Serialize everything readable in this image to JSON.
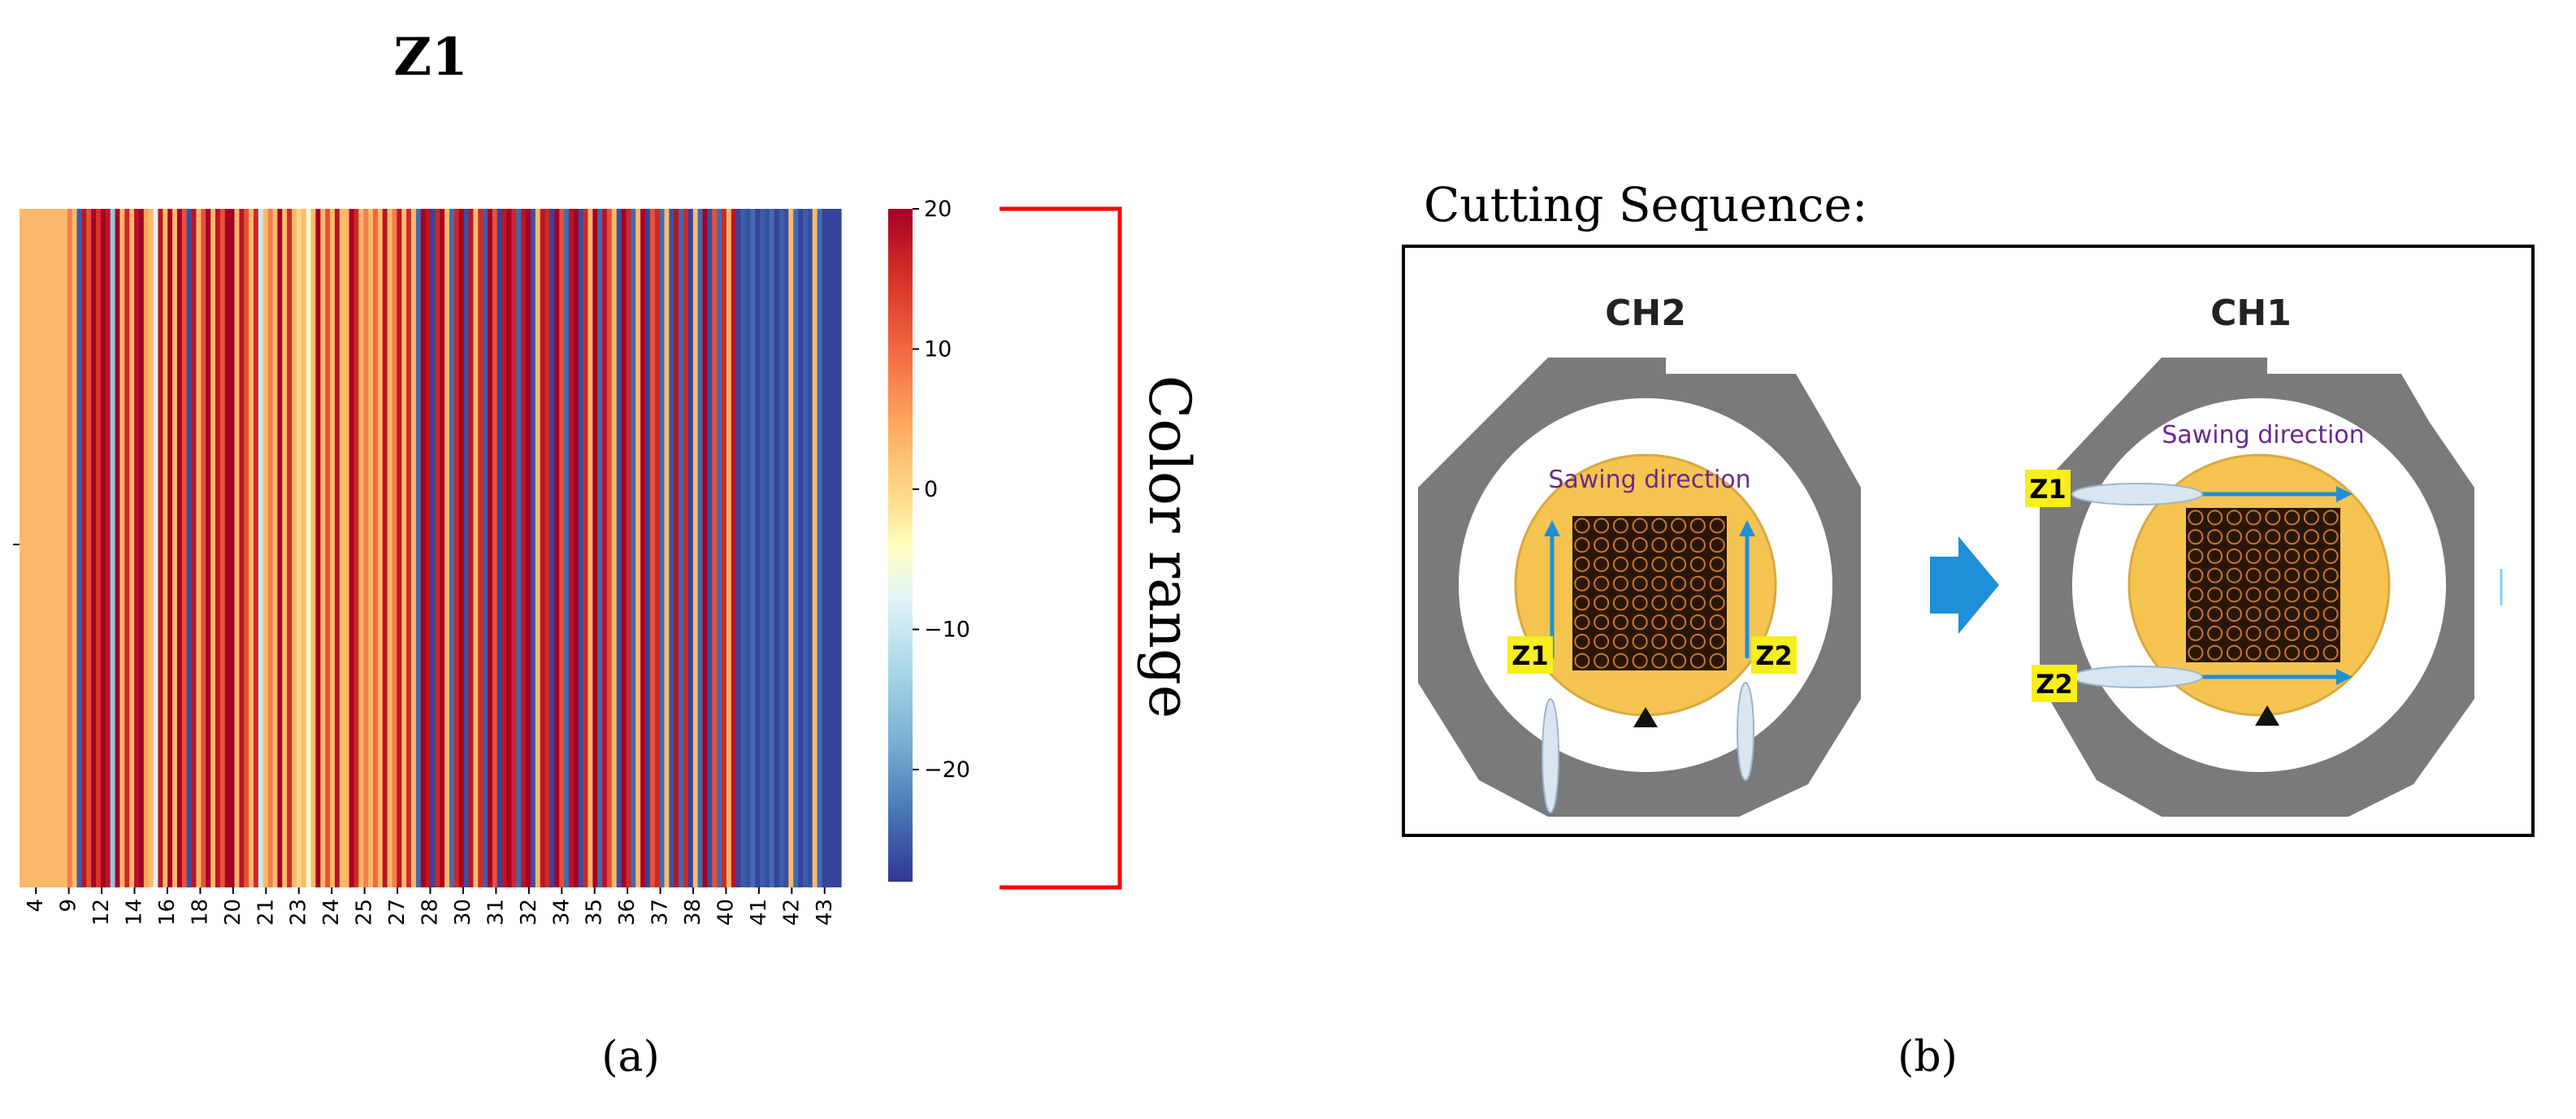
{
  "panel_a": {
    "title": "Z1",
    "caption": "(a)",
    "bracket_label": "Color range",
    "y_tick_label": ""
  },
  "panel_b": {
    "heading": "Cutting Sequence:",
    "caption": "(b)",
    "left": {
      "title": "CH2",
      "direction_label": "Sawing direction",
      "z1_label": "Z1",
      "z2_label": "Z2"
    },
    "right": {
      "title": "CH1",
      "direction_label": "Sawing direction",
      "z1_label": "Z1",
      "z2_label": "Z2"
    },
    "colors": {
      "frame": "#7a7a7a",
      "wafer": "#f5c451",
      "label_bg": "#f7ee1c",
      "arrow": "#1f8fd8",
      "direction_text": "#6a2a8a"
    }
  },
  "chart_data": {
    "type": "heatmap",
    "title": "Z1",
    "colormap": "RdYlBu_r",
    "vmin": -28,
    "vmax": 20,
    "colorbar_ticks": [
      20,
      10,
      0,
      -10,
      -20
    ],
    "colorbar_tick_labels": [
      "20",
      "10",
      "0",
      "−10",
      "−20"
    ],
    "x_tick_labels": [
      "4",
      "9",
      "12",
      "14",
      "16",
      "18",
      "20",
      "21",
      "23",
      "24",
      "25",
      "27",
      "28",
      "30",
      "31",
      "32",
      "34",
      "35",
      "36",
      "37",
      "38",
      "40",
      "41",
      "42",
      "43"
    ],
    "n_rows": 1,
    "values": [
      3,
      3,
      3,
      3,
      3,
      3,
      3,
      3,
      3,
      3,
      8,
      3,
      -25,
      18,
      12,
      20,
      15,
      20,
      18,
      -15,
      20,
      3,
      16,
      3,
      18,
      20,
      5,
      3,
      -8,
      18,
      3,
      20,
      3,
      20,
      12,
      -26,
      18,
      3,
      12,
      20,
      3,
      18,
      12,
      20,
      20,
      3,
      18,
      12,
      3,
      16,
      -10,
      3,
      8,
      3,
      20,
      3,
      16,
      3,
      0,
      3,
      -5,
      3,
      20,
      3,
      12,
      3,
      18,
      3,
      3,
      20,
      16,
      3,
      8,
      3,
      10,
      3,
      18,
      3,
      8,
      18,
      3,
      16,
      3,
      -24,
      20,
      18,
      -27,
      16,
      20,
      3,
      -24,
      16,
      20,
      -26,
      18,
      3,
      16,
      -25,
      20,
      12,
      -27,
      18,
      20,
      16,
      -24,
      18,
      20,
      -26,
      3,
      18,
      16,
      -27,
      20,
      12,
      -24,
      18,
      20,
      -26,
      16,
      3,
      20,
      -24,
      18,
      12,
      3,
      -26,
      20,
      16,
      -24,
      3,
      20,
      -27,
      12,
      16,
      -24,
      3,
      -26,
      18,
      -24,
      16,
      -27,
      3,
      -24,
      20,
      -26,
      12,
      -24,
      16,
      3,
      18,
      -27,
      -25,
      -26,
      -24,
      -27,
      -25,
      -26,
      -24,
      -27,
      -25,
      -26,
      3,
      -24,
      -27,
      -25,
      -26,
      3,
      -24,
      -27,
      -27,
      -27,
      -27
    ]
  }
}
